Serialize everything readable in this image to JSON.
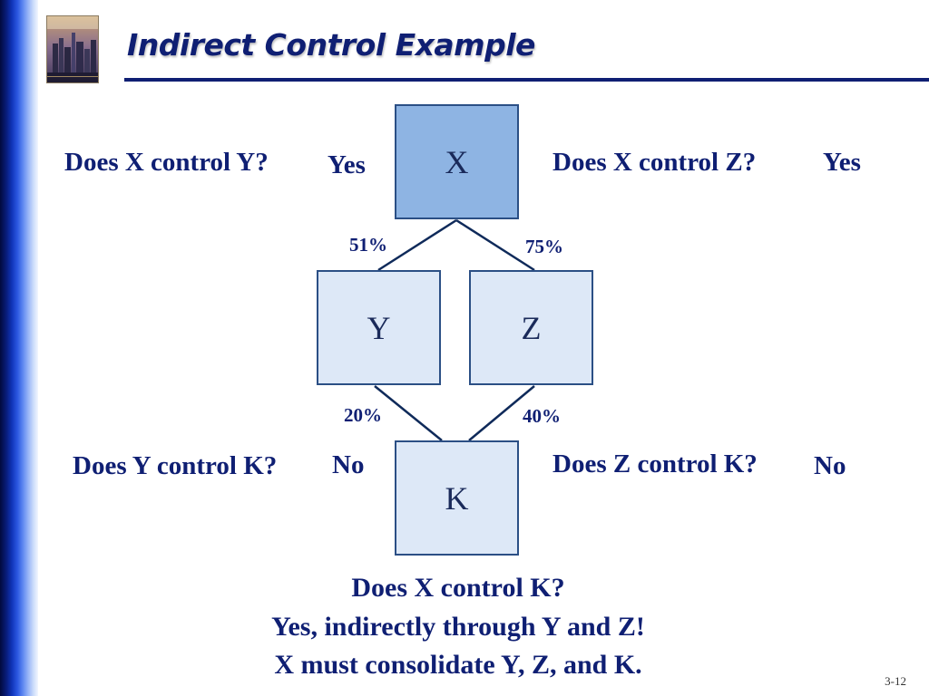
{
  "slide": {
    "title": "Indirect Control Example",
    "slide_number": "3-12"
  },
  "diagram": {
    "nodes": {
      "x": "X",
      "y": "Y",
      "z": "Z",
      "k": "K"
    },
    "edges": {
      "x_y": "51%",
      "x_z": "75%",
      "y_k": "20%",
      "z_k": "40%"
    }
  },
  "questions": {
    "x_y": {
      "question": "Does X control Y?",
      "answer": "Yes"
    },
    "x_z": {
      "question": "Does X control Z?",
      "answer": "Yes"
    },
    "y_k": {
      "question": "Does Y control K?",
      "answer": "No"
    },
    "z_k": {
      "question": "Does Z control K?",
      "answer": "No"
    }
  },
  "conclusion": {
    "line1": "Does X control K?",
    "line2": "Yes, indirectly through Y and Z!",
    "line3": "X must consolidate Y, Z, and K."
  },
  "colors": {
    "title": "#0f1f73",
    "node_top": "#8eb4e3",
    "node_fill": "#dde8f7",
    "node_border": "#2b4f85",
    "connector": "#0f2a5a"
  }
}
